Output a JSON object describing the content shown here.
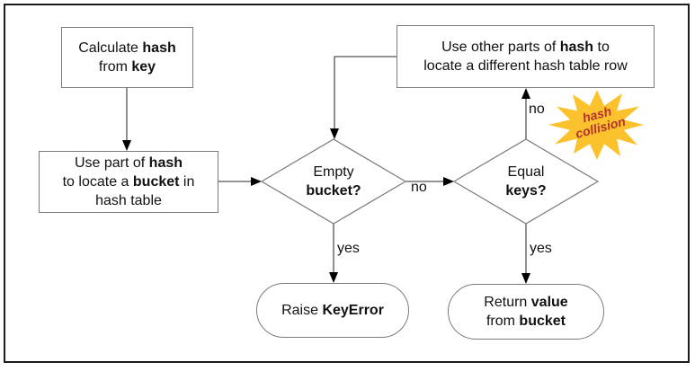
{
  "nodes": {
    "calc": {
      "line1_pre": "Calculate ",
      "line1_bold": "hash",
      "line2_pre": "from ",
      "line2_bold": "key"
    },
    "locate": {
      "line1_pre": "Use part of ",
      "line1_bold": "hash",
      "line2_pre": "to locate a ",
      "line2_bold": "bucket",
      "line2_post": " in",
      "line3": "hash table"
    },
    "other": {
      "line1_pre": "Use other parts of ",
      "line1_bold": "hash",
      "line1_post": " to",
      "line2": "locate a different hash table row"
    },
    "empty_bucket": {
      "line1": "Empty",
      "line2_bold": "bucket?"
    },
    "equal_keys": {
      "line1": "Equal",
      "line2_bold": "keys?"
    },
    "raise_error": {
      "pre": "Raise ",
      "bold": "KeyError"
    },
    "return_value": {
      "line1_pre": "Return ",
      "line1_bold": "value",
      "line2_pre": "from ",
      "line2_bold": "bucket"
    }
  },
  "labels": {
    "yes_empty": "yes",
    "yes_equal": "yes",
    "no_between": "no",
    "no_collision": "no"
  },
  "burst": {
    "line1": "hash",
    "line2": "collision",
    "fill": "#fbc22d",
    "text_color": "#b5312c"
  },
  "colors": {
    "background": "#ffffff",
    "frame": "#1c1c1c",
    "node_border": "#7b7b7b",
    "connector_line": "#555555",
    "arrowhead": "#000000",
    "text": "#111111"
  }
}
